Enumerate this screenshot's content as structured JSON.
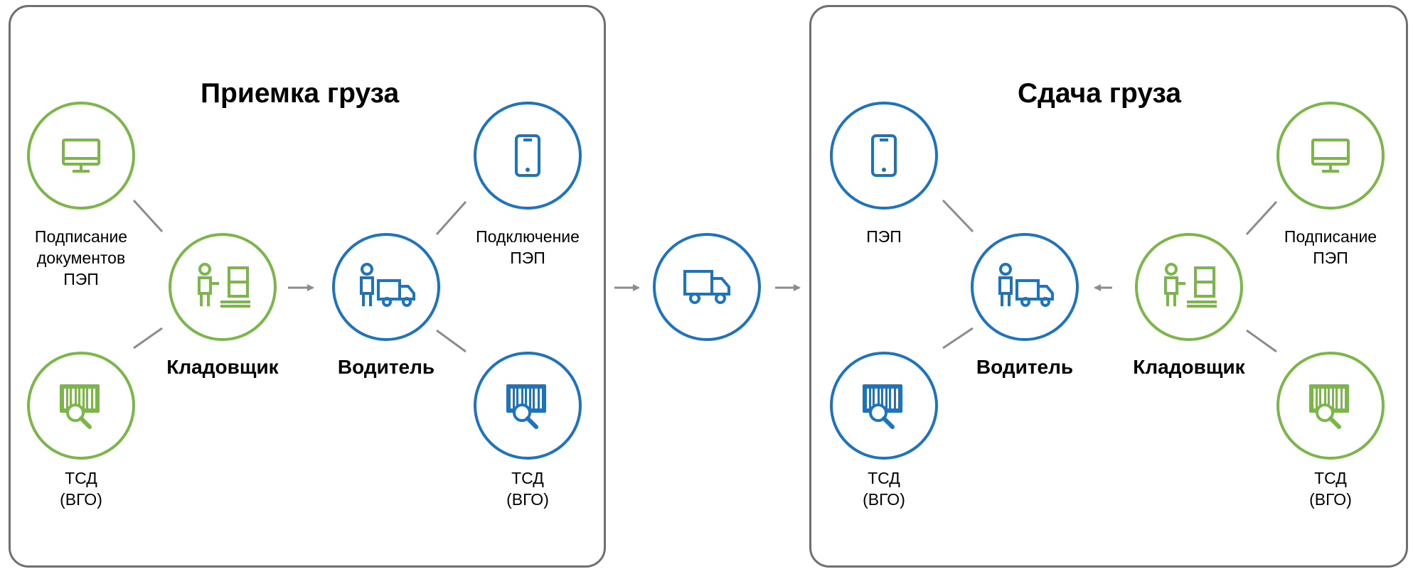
{
  "colors": {
    "green": "#7ab648",
    "blue": "#1e73be",
    "line": "#8c8c8c",
    "frame": "#6f6f6f"
  },
  "left": {
    "title": "Приемка груза",
    "warehouse_role": "Кладовщик",
    "driver_role": "Водитель",
    "pc_label": "Подписание\nдокументов\nПЭП",
    "tsd_left_label": "ТСД\n(ВГО)",
    "phone_label": "Подключение\nПЭП",
    "tsd_right_label": "ТСД\n(ВГО)"
  },
  "right": {
    "title": "Сдача груза",
    "driver_role": "Водитель",
    "warehouse_role": "Кладовщик",
    "phone_label": "ПЭП",
    "tsd_left_label": "ТСД\n(ВГО)",
    "pc_label": "Подписание\nПЭП",
    "tsd_right_label": "ТСД\n(ВГО)"
  },
  "icons": {
    "monitor": "monitor-icon",
    "phone": "smartphone-icon",
    "barcode": "barcode-scanner-icon",
    "warehouse": "warehouse-worker-icon",
    "driver": "driver-truck-icon",
    "truck": "truck-icon"
  }
}
